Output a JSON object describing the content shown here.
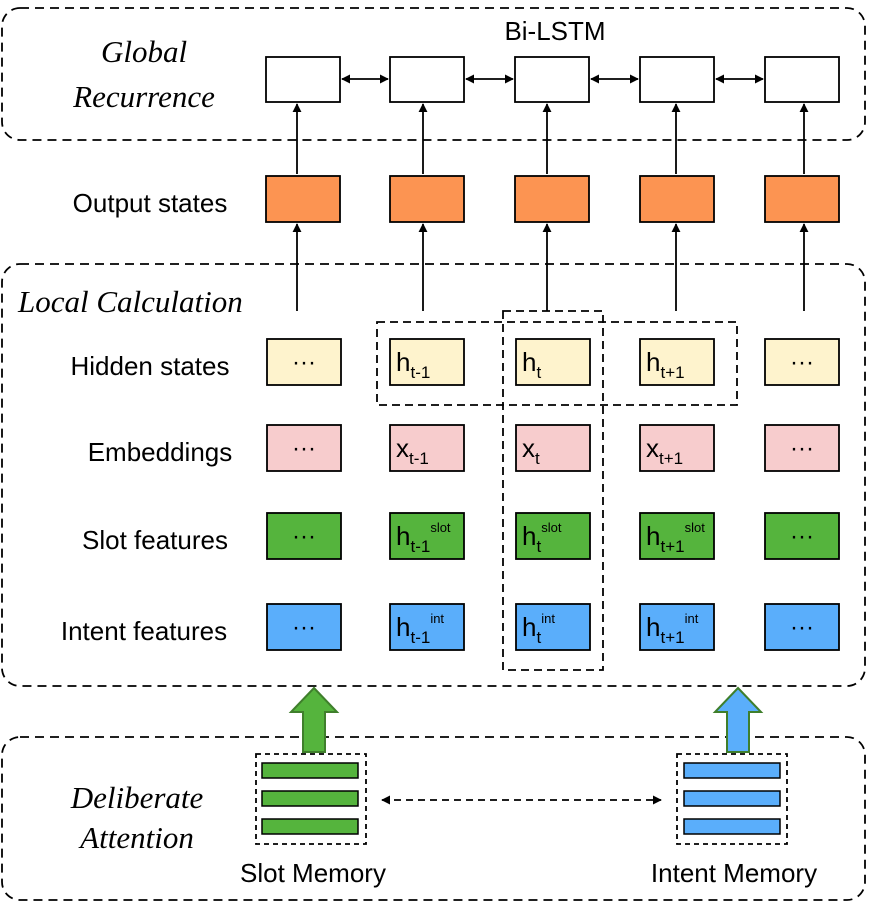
{
  "sections": {
    "global_label_line1": "Global",
    "global_label_line2": "Recurrence",
    "local_label": "Local Calculation",
    "deliberate_label_line1": "Deliberate",
    "deliberate_label_line2": "Attention"
  },
  "bilstm_label": "Bi-LSTM",
  "row_labels": {
    "output": "Output states",
    "hidden": "Hidden states",
    "embed": "Embeddings",
    "slot": "Slot features",
    "intent": "Intent features"
  },
  "cells": {
    "hidden": [
      {
        "base": "···",
        "sub": "",
        "sup": ""
      },
      {
        "base": "h",
        "sub": "t-1",
        "sup": ""
      },
      {
        "base": "h",
        "sub": "t",
        "sup": ""
      },
      {
        "base": "h",
        "sub": "t+1",
        "sup": ""
      },
      {
        "base": "···",
        "sub": "",
        "sup": ""
      }
    ],
    "embed": [
      {
        "base": "···",
        "sub": "",
        "sup": ""
      },
      {
        "base": "x",
        "sub": "t-1",
        "sup": ""
      },
      {
        "base": "x",
        "sub": "t",
        "sup": ""
      },
      {
        "base": "x",
        "sub": "t+1",
        "sup": ""
      },
      {
        "base": "···",
        "sub": "",
        "sup": ""
      }
    ],
    "slot": [
      {
        "base": "···",
        "sub": "",
        "sup": ""
      },
      {
        "base": "h",
        "sub": "t-1",
        "sup": "slot"
      },
      {
        "base": "h",
        "sub": "t",
        "sup": "slot"
      },
      {
        "base": "h",
        "sub": "t+1",
        "sup": "slot"
      },
      {
        "base": "···",
        "sub": "",
        "sup": ""
      }
    ],
    "intent": [
      {
        "base": "···",
        "sub": "",
        "sup": ""
      },
      {
        "base": "h",
        "sub": "t-1",
        "sup": "int"
      },
      {
        "base": "h",
        "sub": "t",
        "sup": "int"
      },
      {
        "base": "h",
        "sub": "t+1",
        "sup": "int"
      },
      {
        "base": "···",
        "sub": "",
        "sup": ""
      }
    ]
  },
  "memory": {
    "slot_label": "Slot Memory",
    "intent_label": "Intent Memory"
  },
  "colors": {
    "output": "#fc9452",
    "hidden": "#fef3cd",
    "embed": "#f7cccd",
    "slot": "#55b43d",
    "intent": "#5aaefb",
    "slot_arrow": "#55b43d",
    "intent_arrow": "#5aaefb",
    "intent_arrow_stroke": "#3f7f2c",
    "stroke": "#000000"
  }
}
